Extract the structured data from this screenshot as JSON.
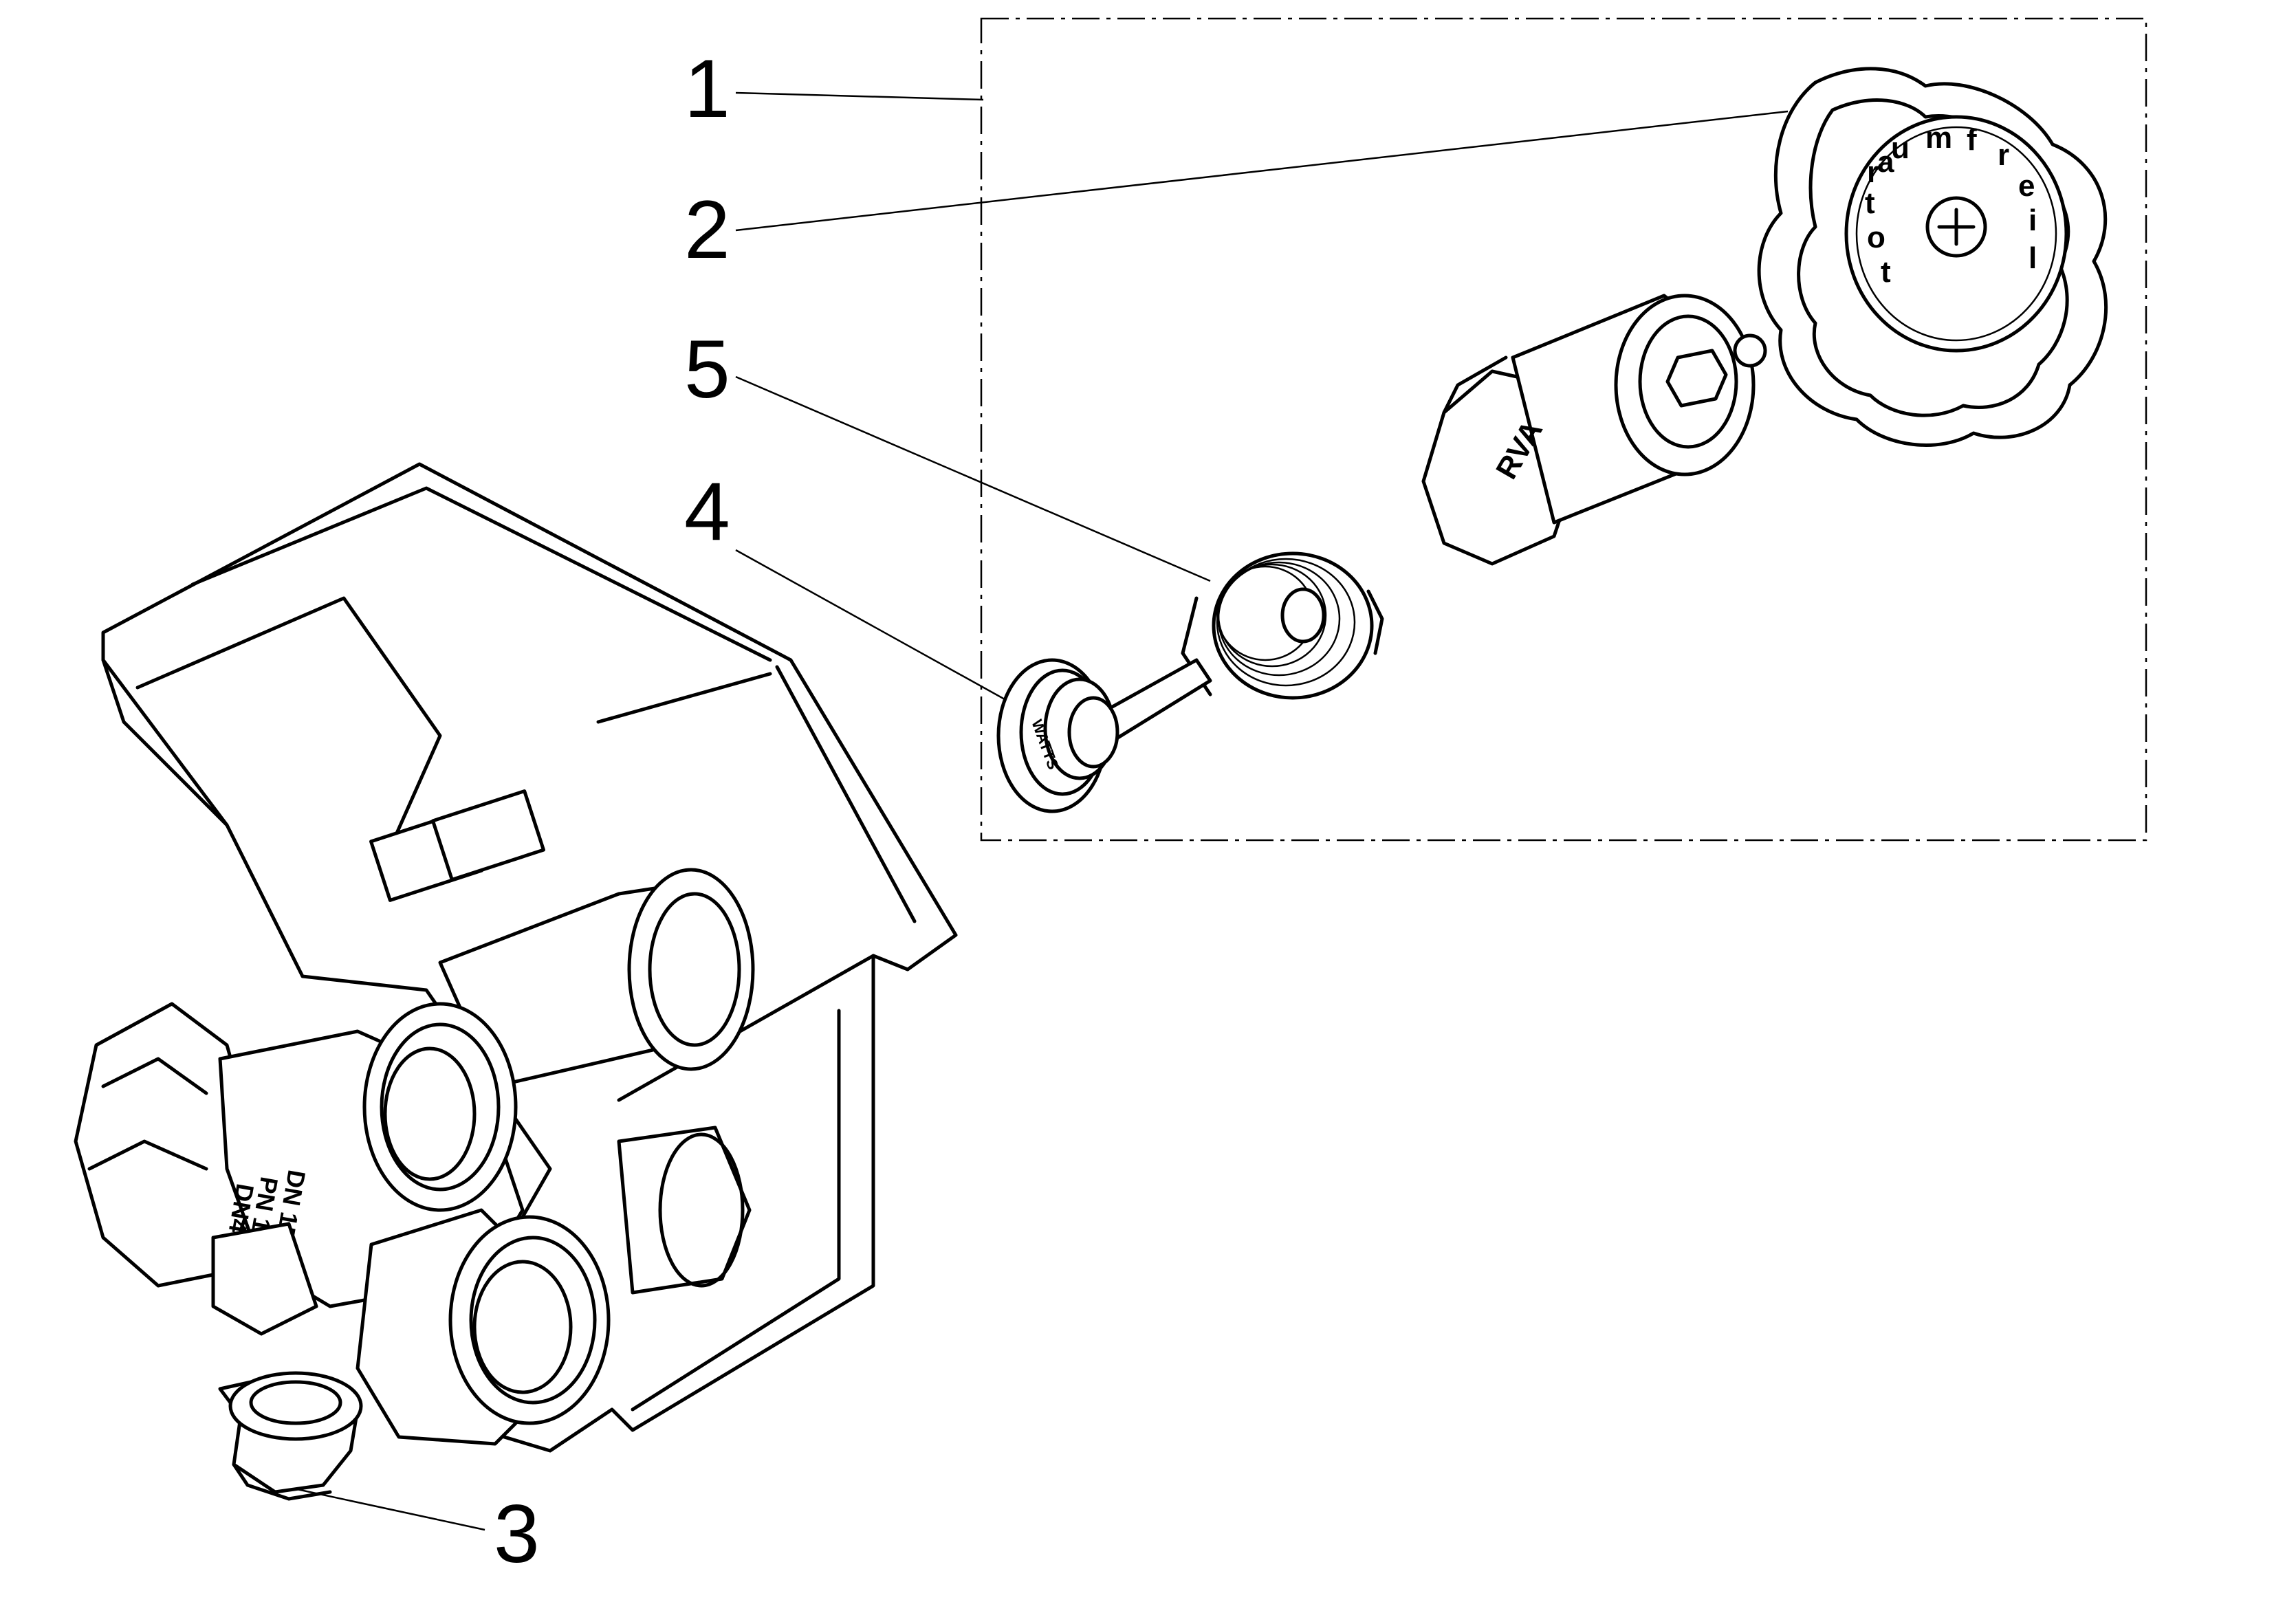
{
  "callouts": [
    {
      "id": "1",
      "label": "1"
    },
    {
      "id": "2",
      "label": "2"
    },
    {
      "id": "5",
      "label": "5"
    },
    {
      "id": "4",
      "label": "4"
    },
    {
      "id": "3",
      "label": "3"
    }
  ],
  "markings": {
    "handwheel_letters": [
      "u",
      "m",
      "f",
      "r",
      "e",
      "i",
      "l",
      "t",
      "o",
      "t",
      "r",
      "a"
    ],
    "bonnet": "RVA",
    "body_1": "DN 15/20",
    "body_2": "PN 10",
    "body_3": "DN4",
    "washer": "WATTS"
  }
}
